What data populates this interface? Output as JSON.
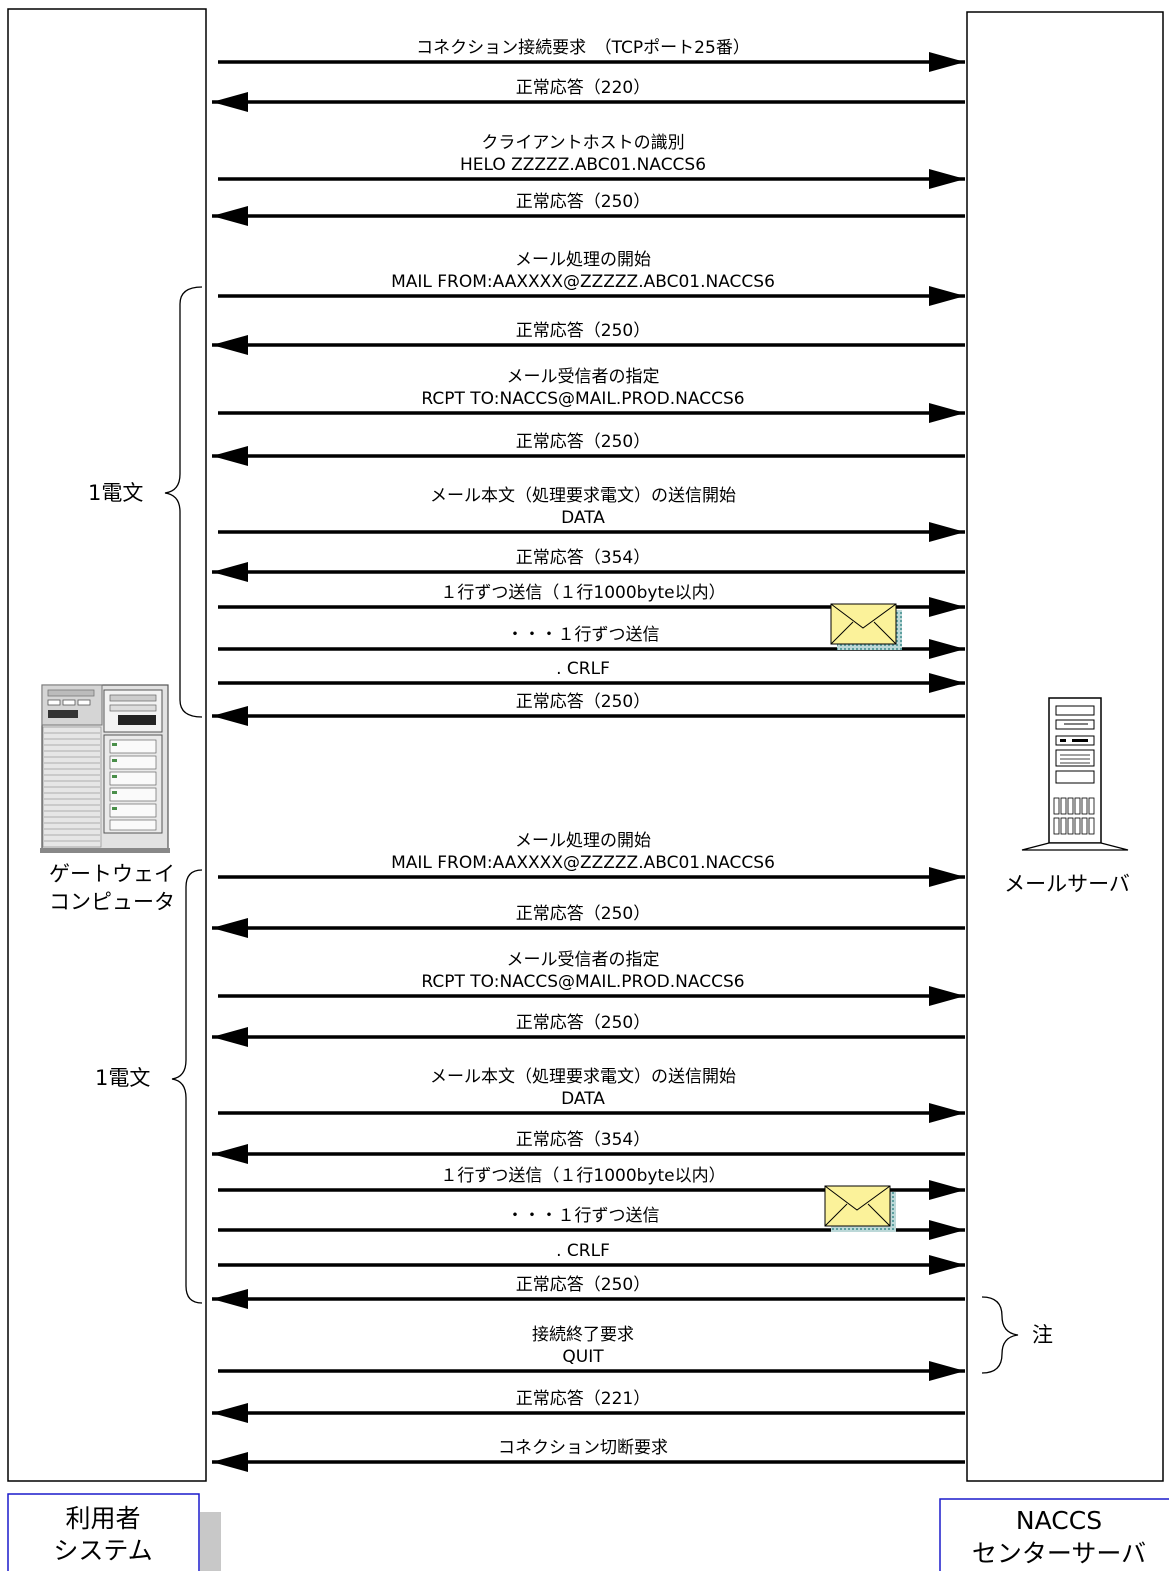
{
  "left_system": {
    "machine_label_line1": "ゲートウェイ",
    "machine_label_line2": "コンピュータ",
    "box_line1": "利用者",
    "box_line2": "システム"
  },
  "right_system": {
    "machine_label": "メールサーバ",
    "box_line1": "NACCS",
    "box_line2": "センターサーバ"
  },
  "brace_label": "1電文",
  "note_label": "注",
  "messages": [
    {
      "dir": "to_server",
      "lines": [
        "コネクション接続要求　（TCPポート25番）"
      ]
    },
    {
      "dir": "to_user",
      "lines": [
        "正常応答（220）"
      ]
    },
    {
      "dir": "to_server",
      "lines": [
        "クライアントホストの識別",
        "HELO ZZZZZ.ABC01.NACCS6"
      ]
    },
    {
      "dir": "to_user",
      "lines": [
        "正常応答（250）"
      ]
    },
    {
      "dir": "to_server",
      "lines": [
        "メール処理の開始",
        "MAIL FROM:AAXXXX@ZZZZZ.ABC01.NACCS6"
      ]
    },
    {
      "dir": "to_user",
      "lines": [
        "正常応答（250）"
      ]
    },
    {
      "dir": "to_server",
      "lines": [
        "メール受信者の指定",
        "RCPT TO:NACCS@MAIL.PROD.NACCS6"
      ]
    },
    {
      "dir": "to_user",
      "lines": [
        "正常応答（250）"
      ]
    },
    {
      "dir": "to_server",
      "lines": [
        "メール本文（処理要求電文）の送信開始",
        "DATA"
      ]
    },
    {
      "dir": "to_user",
      "lines": [
        "正常応答（354）"
      ]
    },
    {
      "dir": "to_server",
      "lines": [
        "１行ずつ送信（１行1000byte以内）"
      ]
    },
    {
      "dir": "to_server",
      "lines": [
        "・・・１行ずつ送信"
      ]
    },
    {
      "dir": "to_server",
      "lines": [
        ". CRLF"
      ]
    },
    {
      "dir": "to_user",
      "lines": [
        "正常応答（250）"
      ]
    },
    {
      "dir": "to_server",
      "lines": [
        "メール処理の開始",
        "MAIL FROM:AAXXXX@ZZZZZ.ABC01.NACCS6"
      ]
    },
    {
      "dir": "to_user",
      "lines": [
        "正常応答（250）"
      ]
    },
    {
      "dir": "to_server",
      "lines": [
        "メール受信者の指定",
        "RCPT TO:NACCS@MAIL.PROD.NACCS6"
      ]
    },
    {
      "dir": "to_user",
      "lines": [
        "正常応答（250）"
      ]
    },
    {
      "dir": "to_server",
      "lines": [
        "メール本文（処理要求電文）の送信開始",
        "DATA"
      ]
    },
    {
      "dir": "to_user",
      "lines": [
        "正常応答（354）"
      ]
    },
    {
      "dir": "to_server",
      "lines": [
        "１行ずつ送信（１行1000byte以内）"
      ]
    },
    {
      "dir": "to_server",
      "lines": [
        "・・・１行ずつ送信"
      ]
    },
    {
      "dir": "to_server",
      "lines": [
        ". CRLF"
      ]
    },
    {
      "dir": "to_user",
      "lines": [
        "正常応答（250）"
      ]
    },
    {
      "dir": "to_server",
      "lines": [
        "接続終了要求",
        "QUIT"
      ]
    },
    {
      "dir": "to_user",
      "lines": [
        "正常応答（221）"
      ]
    },
    {
      "dir": "to_user",
      "lines": [
        "コネクション切断要求"
      ]
    }
  ],
  "colors": {
    "line": "#000000",
    "box_border": "#1a1acc",
    "envelope_fill": "#fbf29a",
    "envelope_shadow": "#6aa7a7",
    "server_gray": "#c8c8c8"
  },
  "icons": [
    "gateway-computer-icon",
    "mail-server-icon",
    "envelope-icon"
  ]
}
